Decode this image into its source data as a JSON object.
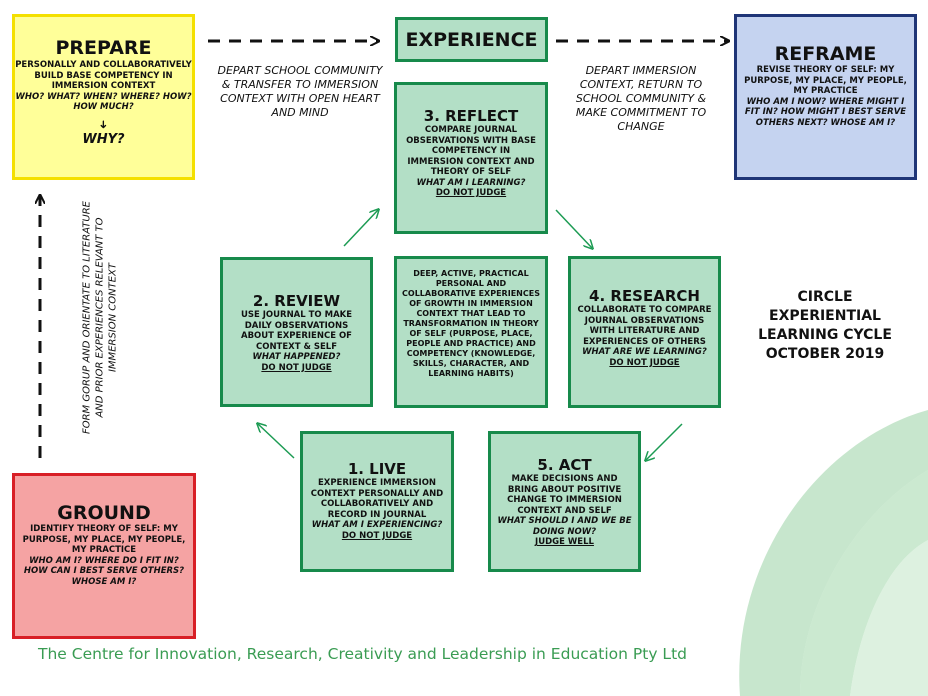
{
  "prepare": {
    "title": "PREPARE",
    "body": "Personally and collaboratively build base competency in immersion context",
    "questions": "WHO? WHAT? WHEN? WHERE? HOW? HOW MUCH?",
    "arrow": "➜",
    "why": "WHY?"
  },
  "experience": {
    "title": "EXPERIENCE"
  },
  "reframe": {
    "title": "REFRAME",
    "body": "Revise theory of self: my purpose, my place, my people, my practice",
    "questions": "WHO AM I NOW? WHERE MIGHT I FIT IN? HOW MIGHT I BEST SERVE OTHERS NEXT? WHOSE AM I?"
  },
  "ground": {
    "title": "GROUND",
    "body": "Identify theory of self: my purpose, my place, my people, my practice",
    "questions": "WHO AM I? WHERE DO I FIT IN? HOW CAN I BEST SERVE OTHERS? WHOSE AM I?"
  },
  "notes": {
    "depart_school": "Depart school community & transfer to immersion context with open heart and mind",
    "depart_immersion": "Depart immersion context, return to school community & make commitment to change",
    "form_group": "Form gorup and orientate to literature and prior experiences relevant to immersion context"
  },
  "reflect": {
    "title": "3. REFLECT",
    "body": "Compare journal observations with base competency in immersion context and theory of self",
    "question": "WHAT AM I LEARNING?",
    "judge": "DO NOT JUDGE"
  },
  "review": {
    "title": "2. REVIEW",
    "body": "Use journal to make daily observations about experience of context & self",
    "question": "WHAT HAPPENED?",
    "judge": "DO NOT JUDGE"
  },
  "center": {
    "body": "Deep, active, practical personal and collaborative experiences of growth in immersion context that lead to transformation in theory of self (purpose, place, people and practice) and competency (knowledge, skills, character, and learning habits)"
  },
  "research": {
    "title": "4. RESEARCH",
    "body": "Collaborate to compare journal observations with literature and experiences of others",
    "question": "WHAT ARE WE LEARNING?",
    "judge": "DO NOT JUDGE"
  },
  "live": {
    "title": "1. LIVE",
    "body": "Experience immersion context personally and collaboratively and record in journal",
    "question": "WHAT AM I EXPERIENCING?",
    "judge": "DO NOT JUDGE"
  },
  "act": {
    "title": "5. ACT",
    "body": "Make decisions and bring about positive change to immersion context and self",
    "question": "WHAT SHOULD I AND WE BE DOING NOW?",
    "judge": "JUDGE WELL"
  },
  "cycle_title": {
    "line1": "CIRCLE",
    "line2": "EXPERIENTIAL",
    "line3": "LEARNING CYCLE",
    "line4": "OCTOBER 2019"
  },
  "footer": {
    "text": "The Centre for Innovation, Research, Creativity and Leadership in Education Pty Ltd"
  },
  "colors": {
    "prepare_fill": "#ffff99",
    "prepare_border": "#f4e000",
    "reframe_fill": "#c5d3f0",
    "reframe_border": "#1f3577",
    "ground_fill": "#f5a3a3",
    "ground_border": "#d81f26",
    "green_fill": "#b3dfc6",
    "green_border": "#178a4b",
    "footer_text": "#3a9c53"
  }
}
